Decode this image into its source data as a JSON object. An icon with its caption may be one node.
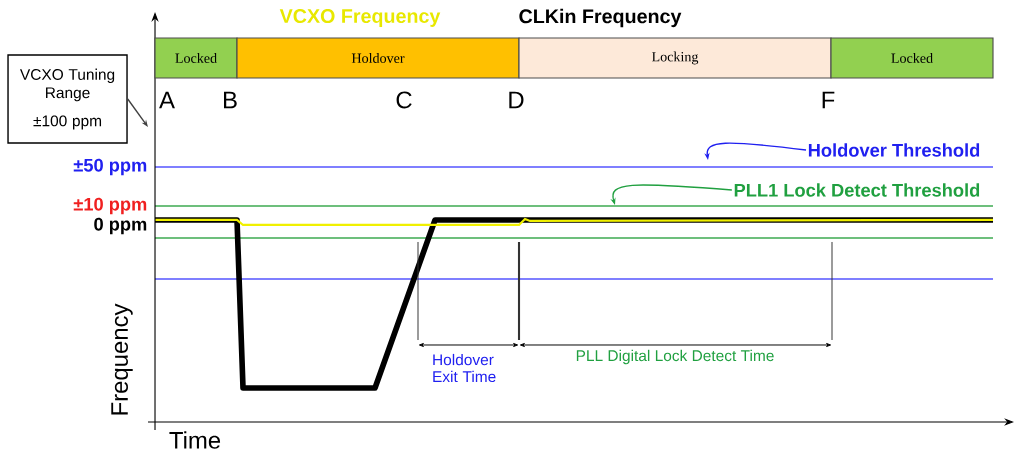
{
  "diagram": {
    "nodes": [
      {
        "text": [
          "Locked"
        ]
      },
      {
        "text": [
          "Holdover"
        ]
      },
      {
        "text": [
          "Locking"
        ]
      },
      {
        "text": [
          "Locked"
        ]
      },
      {
        "text": [
          "VCXO Tuning Range",
          "±100 ppm"
        ]
      },
      {
        "text": [
          "Holdover Threshold"
        ]
      },
      {
        "text": [
          "PLL1 Lock Detect Threshold"
        ]
      }
    ],
    "edges": [
      {
        "from": 4,
        "to": null,
        "arrow": "to"
      },
      {
        "from": 5,
        "to": null,
        "arrow": "to",
        "color": "#2020f0"
      },
      {
        "from": 6,
        "to": null,
        "arrow": "to",
        "color": "#20a040"
      }
    ],
    "labels": [
      "VCXO Frequency",
      "CLKin Frequency",
      "A",
      "B",
      "C",
      "D",
      "F",
      "±50 ppm",
      "±10 ppm",
      "0 ppm",
      "Frequency",
      "Time",
      "Holdover Exit Time",
      "PLL Digital Lock Detect Time"
    ]
  }
}
